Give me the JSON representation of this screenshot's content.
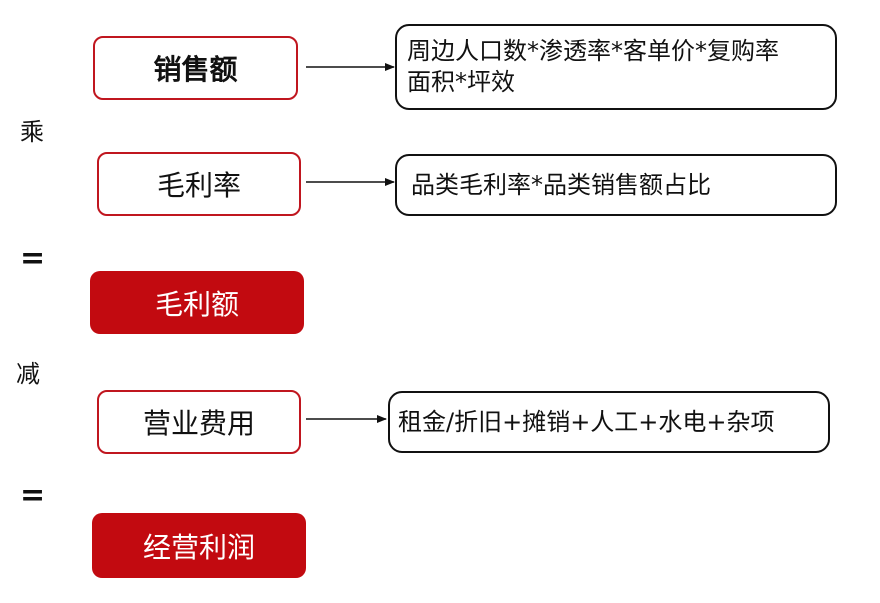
{
  "operators": {
    "multiply": "乘",
    "equals_1": "=",
    "subtract": "减",
    "equals_2": "="
  },
  "boxes": {
    "sales": "销售额",
    "gross_margin_rate": "毛利率",
    "gross_profit": "毛利额",
    "operating_expenses": "营业费用",
    "operating_profit": "经营利润"
  },
  "descriptions": {
    "sales_line1": "周边人口数*渗透率*客单价*复购率",
    "sales_line2": "面积*坪效",
    "gross_margin_rate": "品类毛利率*品类销售额占比",
    "operating_expenses": "租金/折旧+摊销+人工+水电+杂项"
  },
  "colors": {
    "accent_red": "#c20a10",
    "outline_red": "#c0161f"
  }
}
